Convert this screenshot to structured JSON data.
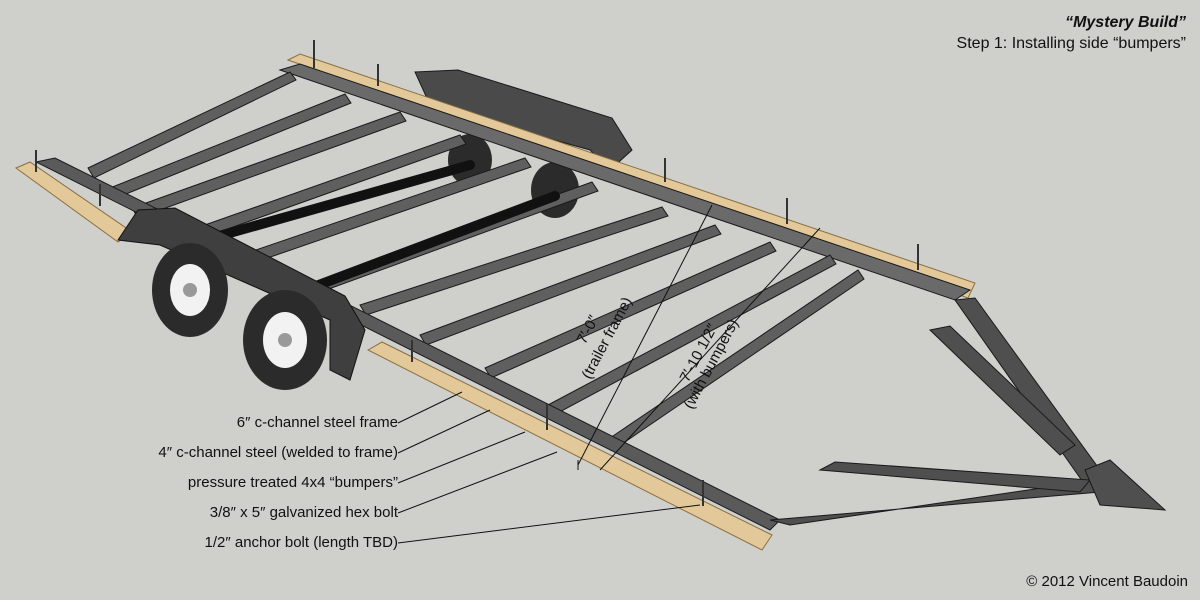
{
  "title": {
    "main": "“Mystery Build”",
    "subtitle": "Step 1: Installing side “bumpers”"
  },
  "callouts": [
    "6″ c-channel steel frame",
    "4″ c-channel steel (welded to frame)",
    "pressure treated 4x4 “bumpers”",
    "3/8″ x 5″ galvanized hex bolt",
    "1/2″ anchor bolt (length TBD)"
  ],
  "dimensions": {
    "frame_line1": "7′-0″",
    "frame_line2": "(trailer frame)",
    "bumper_line1": "7′-10 1/2″",
    "bumper_line2": "(with bumpers)"
  },
  "copyright": "© 2012 Vincent Baudoin",
  "colors": {
    "background": "#cfcfcc",
    "steel": "#5f5f5f",
    "steel_dark": "#3a3a3a",
    "wood": "#e3c99a",
    "tire": "#2b2b2b",
    "rim": "#f2f2f2"
  }
}
